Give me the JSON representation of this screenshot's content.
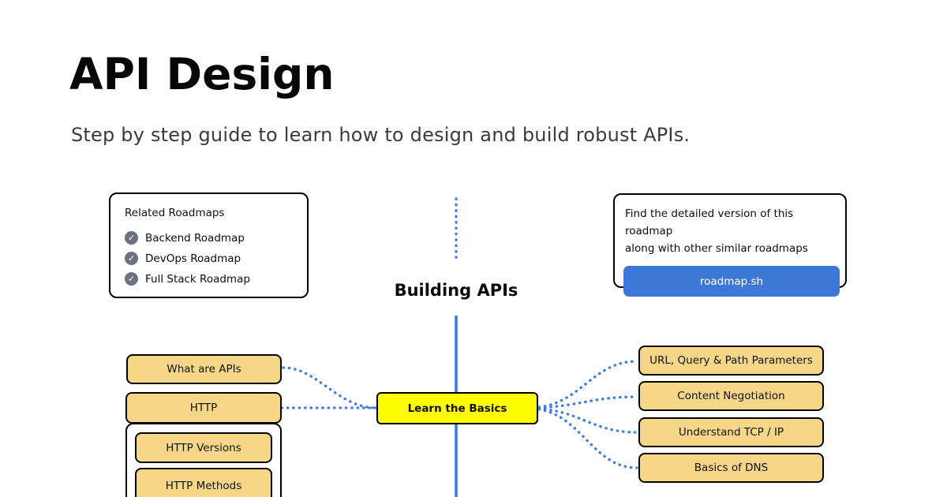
{
  "header": {
    "title": "API Design",
    "subtitle": "Step by step guide to learn how to design and build robust APIs."
  },
  "related": {
    "title": "Related Roadmaps",
    "check_icon": "✓",
    "items": [
      {
        "label": "Backend Roadmap"
      },
      {
        "label": "DevOps Roadmap"
      },
      {
        "label": "Full Stack Roadmap"
      }
    ]
  },
  "cta": {
    "line1": "Find the detailed version of this roadmap",
    "line2": "along with other similar roadmaps",
    "button_label": "roadmap.sh"
  },
  "section": {
    "label": "Building APIs"
  },
  "nodes": {
    "center": "Learn the Basics",
    "left": [
      {
        "label": "What are APIs"
      },
      {
        "label": "HTTP"
      }
    ],
    "http_children": [
      {
        "label": "HTTP Versions"
      },
      {
        "label": "HTTP Methods"
      }
    ],
    "right": [
      {
        "label": "URL, Query & Path Parameters"
      },
      {
        "label": "Content Negotiation"
      },
      {
        "label": "Understand TCP / IP"
      },
      {
        "label": "Basics of DNS"
      }
    ]
  },
  "colors": {
    "line_blue": "#3B7AE3",
    "button_blue": "#3E78D6",
    "node_tan": "#F6D787",
    "node_yellow": "#FDFF00",
    "check_gray": "#6B7280",
    "border_black": "#000000"
  }
}
